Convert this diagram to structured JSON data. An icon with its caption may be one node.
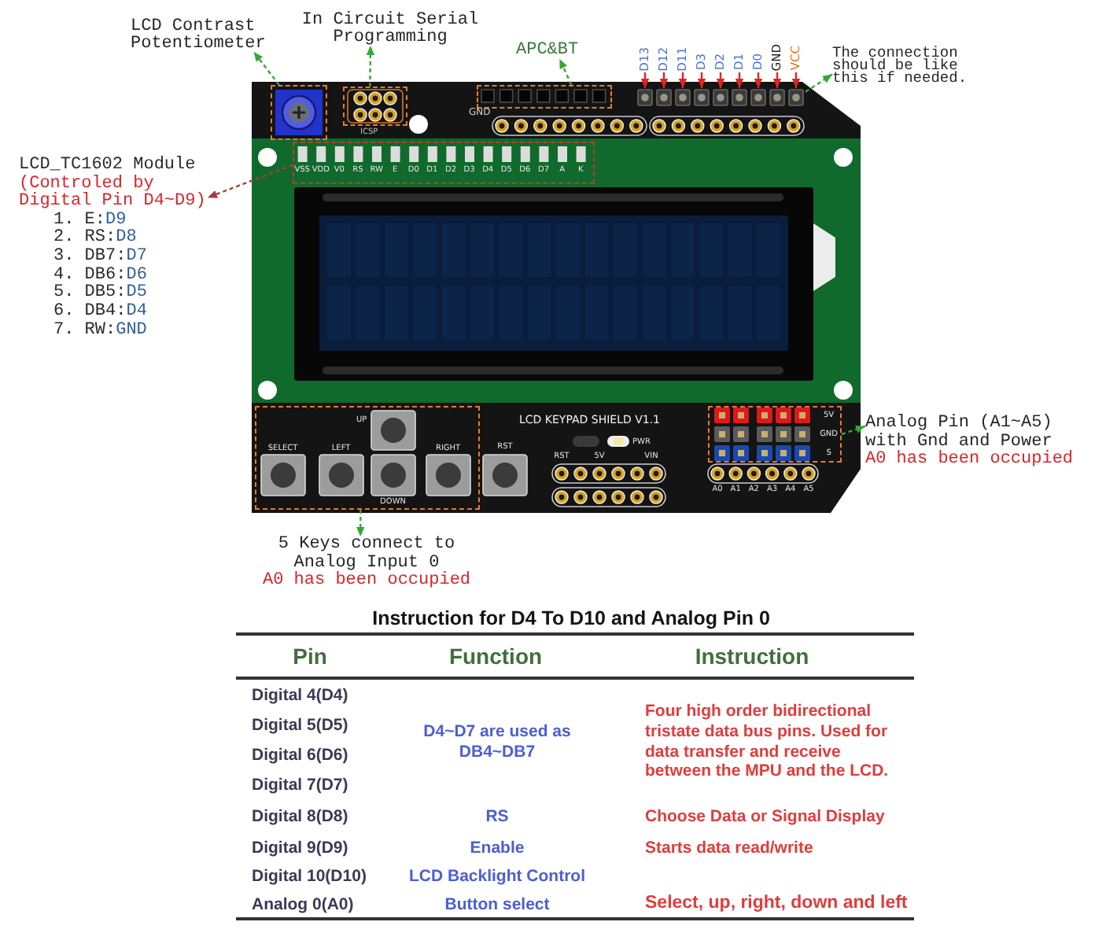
{
  "diagram": {
    "nodes": [
      {
        "text": [
          "LCD Contrast Potentiometer"
        ]
      },
      {
        "text": [
          "In Circuit Serial Programming"
        ]
      },
      {
        "text": [
          "APC&BT"
        ]
      },
      {
        "text": [
          "D13"
        ]
      },
      {
        "text": [
          "D12"
        ]
      },
      {
        "text": [
          "D11"
        ]
      },
      {
        "text": [
          "D3"
        ]
      },
      {
        "text": [
          "D2"
        ]
      },
      {
        "text": [
          "D1"
        ]
      },
      {
        "text": [
          "D0"
        ]
      },
      {
        "text": [
          "GND"
        ]
      },
      {
        "text": [
          "VCC"
        ]
      },
      {
        "text": [
          "The connection should be like this if needed."
        ]
      },
      {
        "text": [],
        "shape": "box"
      },
      {
        "text": [],
        "shape": "box",
        "beside": [
          "ICSP"
        ]
      },
      {
        "text": [],
        "shape": "box"
      },
      {
        "text": [],
        "shape": "bar"
      },
      {
        "text": [
          "LCD_TC1602 Module",
          "(Controled by Digital Pin D4~D9)",
          "1. E:D9",
          "2. RS:D8",
          "3. DB7:D7",
          "4. DB6:D6",
          "5. DB5:D5",
          "6. DB4:D4",
          "7. RW:GND"
        ]
      },
      {
        "text": [
          "VSS",
          "VDD",
          "V0",
          "RS",
          "RW",
          "E",
          "D0",
          "D1",
          "D2",
          "D3",
          "D4",
          "D5",
          "D6",
          "D7",
          "A",
          "K"
        ]
      },
      {
        "text": [
          "UP",
          "SELECT",
          "LEFT",
          "RIGHT",
          "DOWN"
        ]
      },
      {
        "text": [
          "5V",
          "GND",
          "S"
        ]
      },
      {
        "text": [
          "Analog Pin (A1~A5) with Gnd and Power",
          "A0 has been occupied"
        ]
      },
      {
        "text": [
          "5 Keys connect to Analog Input 0",
          "A0 has been occupied"
        ]
      }
    ],
    "edges": [
      {
        "from": 13,
        "to": 0,
        "arrow": "to",
        "style": "dashed",
        "color": "#35a835"
      },
      {
        "from": 14,
        "to": 1,
        "arrow": "to",
        "style": "dashed",
        "color": "#35a835"
      },
      {
        "from": 15,
        "to": 2,
        "arrow": "to",
        "style": "dashed",
        "color": "#35a835"
      },
      {
        "from": 3,
        "to": 16,
        "arrow": "to"
      },
      {
        "from": 4,
        "to": 16,
        "arrow": "to"
      },
      {
        "from": 5,
        "to": 16,
        "arrow": "to"
      },
      {
        "from": 6,
        "to": 16,
        "arrow": "to"
      },
      {
        "from": 7,
        "to": 16,
        "arrow": "to"
      },
      {
        "from": 8,
        "to": 16,
        "arrow": "to"
      },
      {
        "from": 9,
        "to": 16,
        "arrow": "to"
      },
      {
        "from": 10,
        "to": 16,
        "arrow": "to"
      },
      {
        "from": 11,
        "to": 16,
        "arrow": "to"
      },
      {
        "from": 16,
        "to": 12,
        "arrow": "to",
        "style": "dashed",
        "color": "#35a835"
      },
      {
        "from": 18,
        "to": 17,
        "arrow": "to",
        "style": "dashed",
        "color": "#a83a3a"
      },
      {
        "from": 20,
        "to": 21,
        "arrow": "to",
        "style": "dashed",
        "color": "#35a835"
      },
      {
        "from": 19,
        "to": 22,
        "arrow": "to",
        "style": "dashed",
        "color": "#35a835"
      }
    ],
    "labels": [
      "GND",
      "LCD KEYPAD SHIELD V1.1",
      "RST",
      "PWR",
      "RST",
      "5V",
      "VIN",
      "A0",
      "A1",
      "A2",
      "A3",
      "A4",
      "A5",
      "Instruction for D4 To D10 and Analog Pin 0",
      "Pin",
      "Function",
      "Instruction",
      "Digital 4(D4)",
      "D4~D7 are used as DB4~DB7",
      "Four high order bidirectional tristate data bus pins. Used for data transfer and receive between the MPU and the LCD.",
      "Digital 5(D5)",
      "Digital 6(D6)",
      "Digital 7(D7)",
      "Digital 8(D8)",
      "RS",
      "Choose Data or Signal Display",
      "Digital 9(D9)",
      "Enable",
      "Starts data read/write",
      "Digital 10(D10)",
      "LCD Backlight Control",
      "Analog 0(A0)",
      "Button select",
      "Select, up, right, down and left"
    ]
  }
}
